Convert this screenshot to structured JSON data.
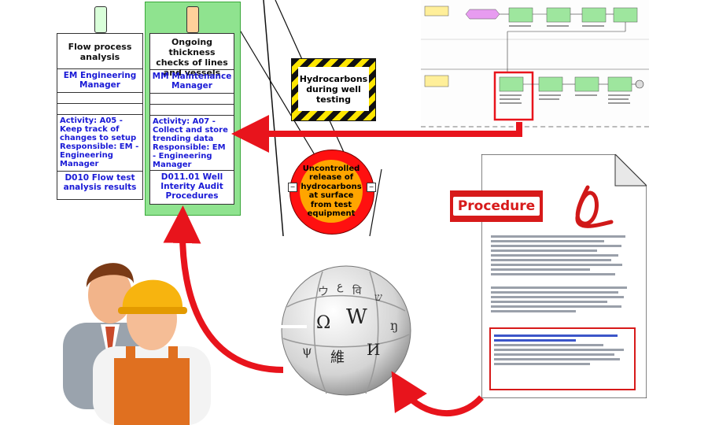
{
  "card_flow": {
    "title": "Flow process analysis",
    "owner": "EM Engineering Manager",
    "activity": "Activity: A05 - Keep track of changes to setup Responsible: EM - Engineering Manager",
    "doc": "D010 Flow test analysis results"
  },
  "card_thickness": {
    "title": "Ongoing thickness checks of lines and vessels",
    "owner": "MM Maintenance Manager",
    "activity": "Activity: A07 - Collect and store trending data Responsible: EM - Engineering Manager",
    "doc": "D011.01 Well Interity Audit Procedures"
  },
  "hazard": {
    "label": "Hydrocarbons during well testing"
  },
  "event": {
    "label": "Uncontrolled release of hydrocarbons at surface from test equipment"
  },
  "procedure": {
    "label": "Procedure"
  },
  "wiki_glyphs": [
    "Ω",
    "W",
    "維",
    "И",
    "ウ",
    "ع",
    "वि",
    "ש",
    "ψ",
    "ŋ"
  ],
  "colors": {
    "arrow": "#e8141c",
    "card_green": "#7ee07e",
    "owner_blue": "#1a1ad6",
    "hazard_yellow": "#ffe600"
  }
}
